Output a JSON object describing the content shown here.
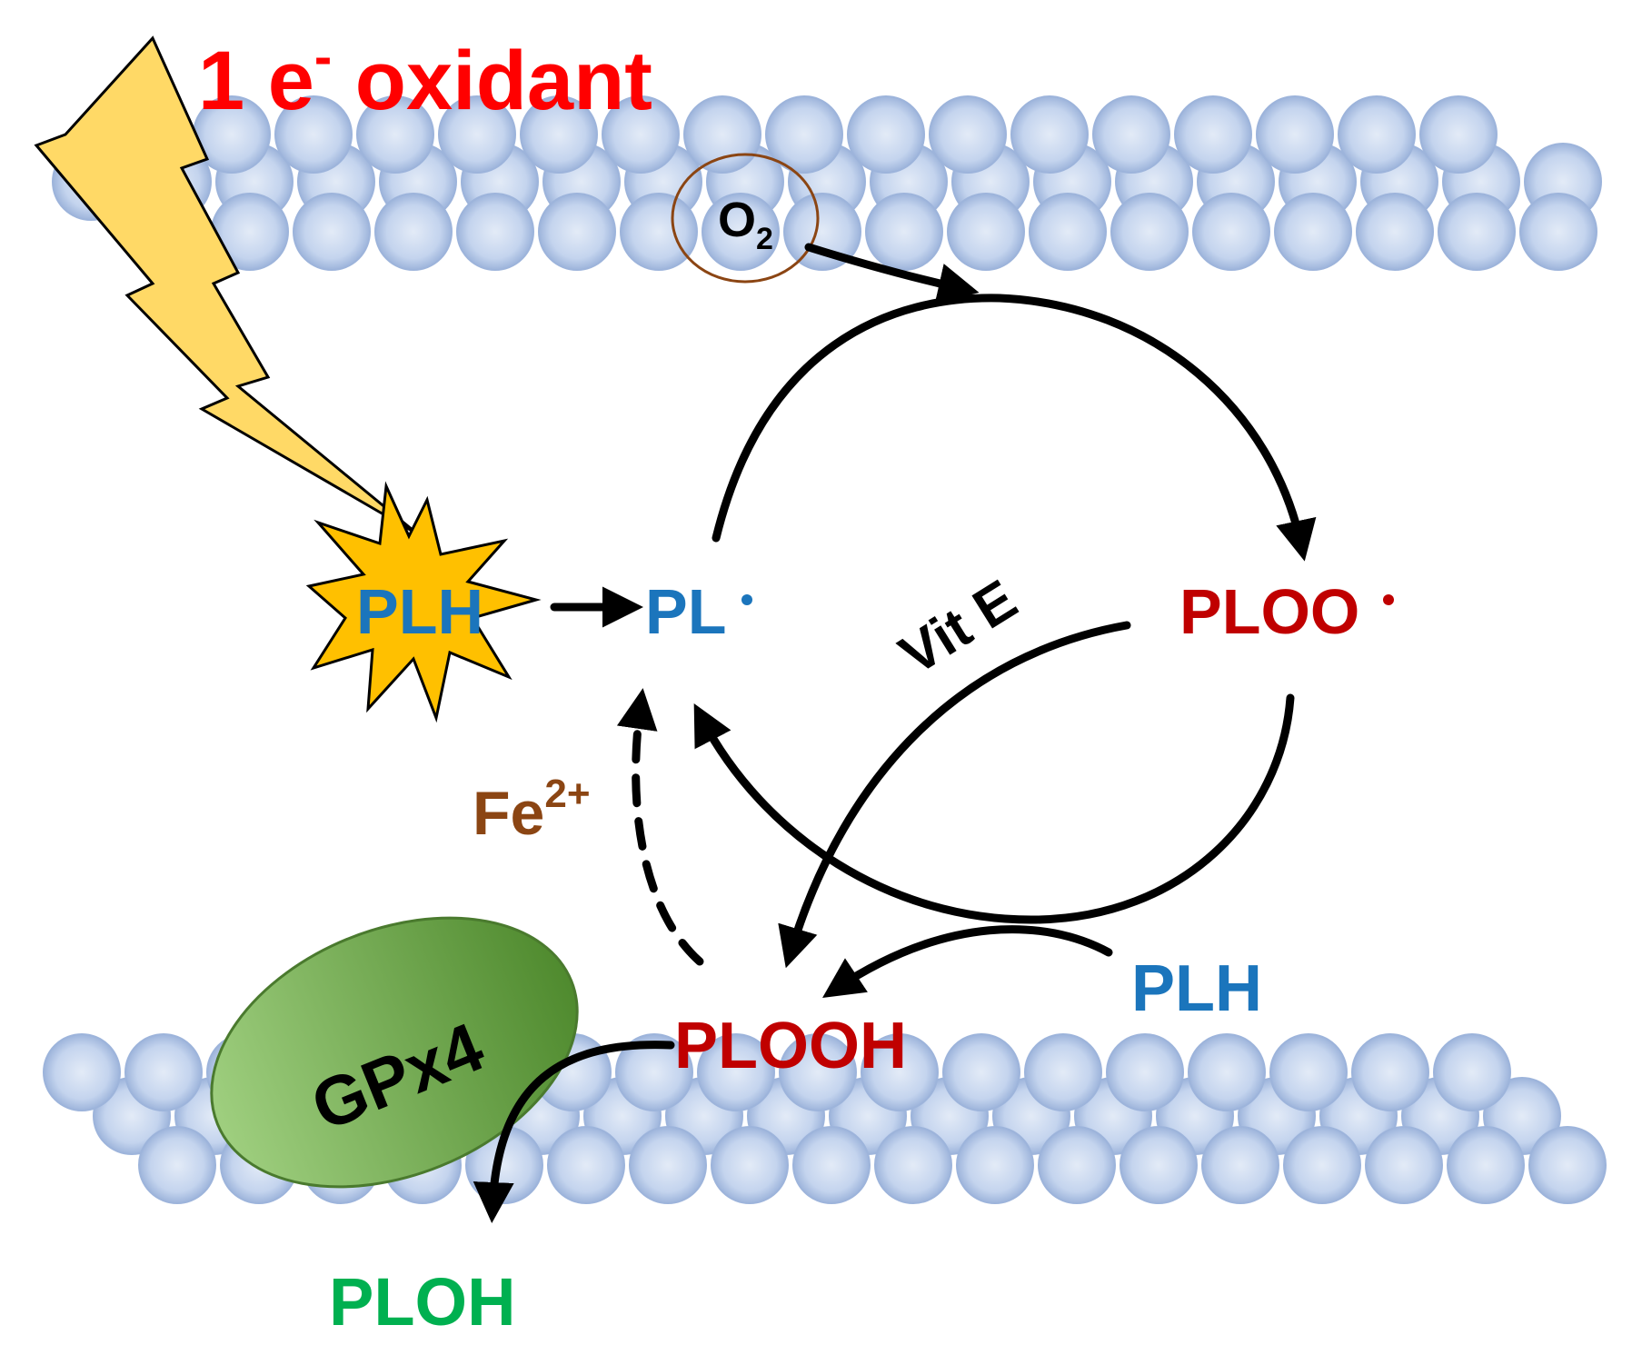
{
  "labels": {
    "oxidant_main": "1 e",
    "oxidant_sup": "-",
    "oxidant_rest": " oxidant",
    "o2_main": "O",
    "o2_sub": "2",
    "plh_left": "PLH",
    "pl_radical": "PL",
    "ploo_radical": "PLOO",
    "vit_e": "Vit E",
    "fe_main": "Fe",
    "fe_sup": "2+",
    "plooh": "PLOOH",
    "plh_right": "PLH",
    "gpx4": "GPx4",
    "ploh": "PLOH"
  },
  "colors": {
    "oxidant": "#ff0000",
    "blue_species": "#1b75bc",
    "red_species": "#c00000",
    "iron": "#8b4513",
    "ploh": "#00b050",
    "bolt": "#ffd966",
    "burst": "#ffc000",
    "enzyme": "#6aa84f",
    "bead": "#b4c7e7",
    "o2_ring": "#8b4513",
    "arrow": "#000000"
  },
  "icons": {
    "bolt": "lightning-bolt-icon",
    "burst": "explosion-burst-icon",
    "bead": "lipid-headgroup-bead-icon"
  }
}
